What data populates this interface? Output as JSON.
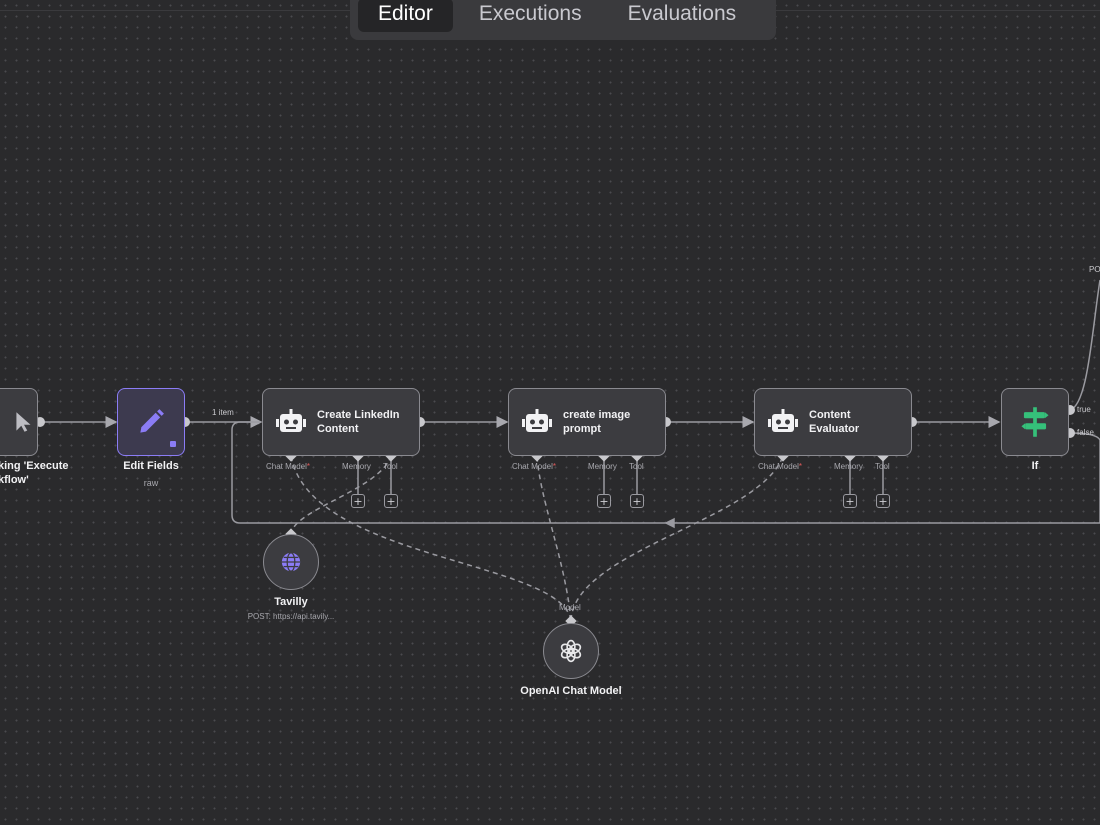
{
  "tabs": [
    {
      "label": "Editor",
      "active": true
    },
    {
      "label": "Executions"
    },
    {
      "label": "Evaluations"
    }
  ],
  "nodes": {
    "trigger": {
      "title_line1": "king 'Execute",
      "title_line2": "kflow'"
    },
    "edit_fields": {
      "title": "Edit Fields",
      "subtitle": "raw"
    },
    "create_linkedin": {
      "title_line1": "Create LinkedIn",
      "title_line2": "Content"
    },
    "create_image": {
      "title_line1": "create image",
      "title_line2": "prompt"
    },
    "evaluator": {
      "title_line1": "Content",
      "title_line2": "Evaluator"
    },
    "if": {
      "title": "If",
      "out_true": "true",
      "out_false": "false"
    },
    "tavily": {
      "title": "Tavilly",
      "subtitle": "POST: https://api.tavily..."
    },
    "openai": {
      "title": "OpenAI Chat Model",
      "port_label": "Model"
    }
  },
  "agent_slots": {
    "chat_model": "Chat Model",
    "required_mark": "*",
    "memory": "Memory",
    "tool": "Tool"
  },
  "edge_labels": {
    "items": "1 item",
    "right_edge": "PO"
  },
  "colors": {
    "accent": "#8b7cf6",
    "if_icon": "#35c07a",
    "canvas": "#2a2a2c",
    "node": "#3c3c40"
  },
  "icons": [
    "pointer-icon",
    "pencil-icon",
    "robot-icon",
    "globe-icon",
    "openai-icon",
    "if-branch-icon",
    "plus-icon"
  ]
}
